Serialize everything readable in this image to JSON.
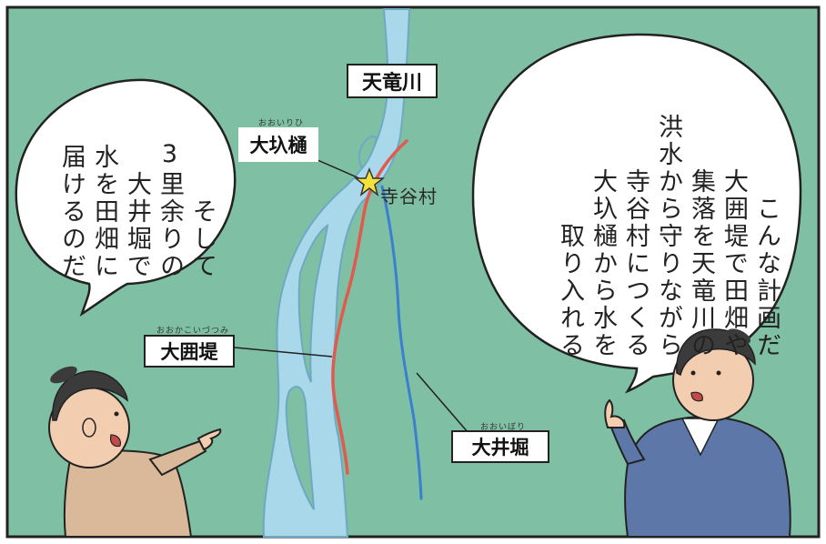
{
  "labels": {
    "tenryu": "天竜川",
    "ooirihi": "大圦樋",
    "ooirihi_ruby": "おおいりひ",
    "teraya": "寺谷村",
    "ookakoi": "大囲堤",
    "ookakoi_ruby": "おおかこいづつみ",
    "ooibori": "大井堀",
    "ooibori_ruby": "おおいぼり"
  },
  "bubbles": {
    "left": {
      "columns": [
        "そして",
        "3里余りの",
        "大井堀で",
        "水を田畑に",
        "届けるのだ"
      ]
    },
    "right": {
      "columns": [
        "こんな計画だ",
        "大囲堤で田畑や",
        "集落を天竜川の",
        "洪水から守りながら",
        "寺谷村につくる",
        "大圦樋から水を",
        "取り入れる"
      ]
    }
  },
  "colors": {
    "background": "#7fbfa4",
    "river": "#a9d8ea",
    "river_edge": "#6ea9c4",
    "ookakoi_line": "#e05a4e",
    "ooibori_line": "#3a7fd0",
    "star": "#f4e23a"
  }
}
